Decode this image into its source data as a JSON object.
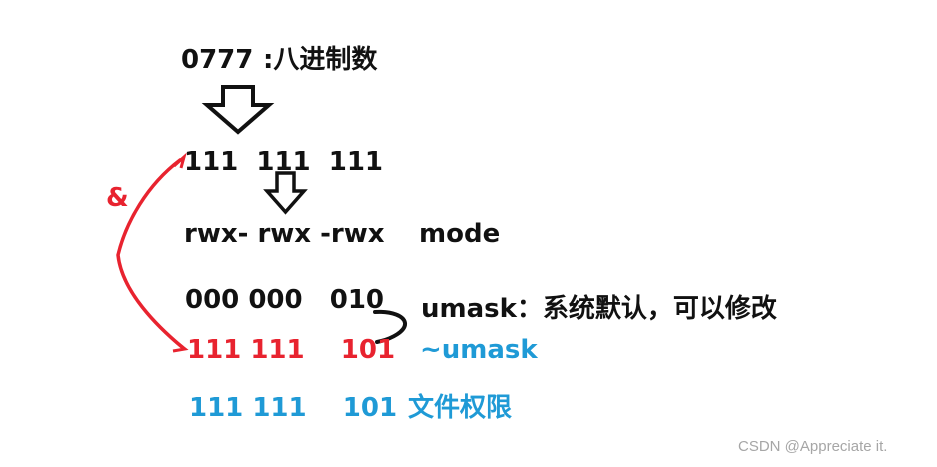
{
  "octal": {
    "value": "0777",
    "label": ":八进制数"
  },
  "binary_line": "111  111  111",
  "mode_line": {
    "bits": "rwx- rwx -rwx",
    "label": "mode"
  },
  "umask_line": {
    "bits": "000 000   010",
    "label": "umask：系统默认，可以修改"
  },
  "inverse_line": {
    "bits": "111 111    101",
    "label": "~umask"
  },
  "result_line": {
    "bits": "111 111    101",
    "label": "文件权限"
  },
  "and_symbol": "&",
  "watermark": "CSDN @Appreciate it.",
  "colors": {
    "text": "#111111",
    "red": "#e8232f",
    "blue": "#1f9ad6",
    "watermark": "#a6a6a6"
  }
}
